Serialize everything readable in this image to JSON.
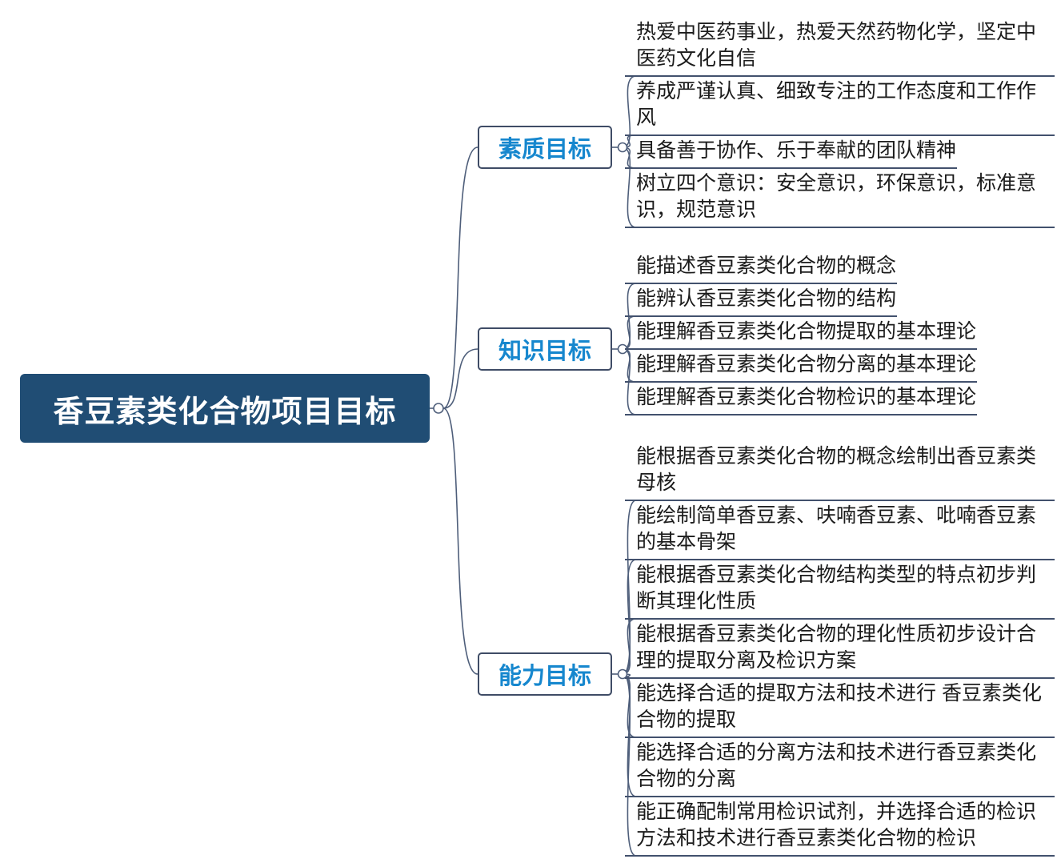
{
  "root": {
    "label": "香豆素类化合物项目目标"
  },
  "branches": [
    {
      "label": "素质目标",
      "leaves": [
        "热爱中医药事业，热爱天然药物化学，坚定中医药文化自信",
        "养成严谨认真、细致专注的工作态度和工作作风",
        "具备善于协作、乐于奉献的团队精神",
        "树立四个意识：安全意识，环保意识，标准意识，规范意识"
      ]
    },
    {
      "label": "知识目标",
      "leaves": [
        "能描述香豆素类化合物的概念",
        "能辨认香豆素类化合物的结构",
        "能理解香豆素类化合物提取的基本理论",
        "能理解香豆素类化合物分离的基本理论",
        "能理解香豆素类化合物检识的基本理论"
      ]
    },
    {
      "label": "能力目标",
      "leaves": [
        "能根据香豆素类化合物的概念绘制出香豆素类母核",
        "能绘制简单香豆素、呋喃香豆素、吡喃香豆素的基本骨架",
        "能根据香豆素类化合物结构类型的特点初步判断其理化性质",
        "能根据香豆素类化合物的理化性质初步设计合理的提取分离及检识方案",
        "能选择合适的提取方法和技术进行 香豆素类化合物的提取",
        "能选择合适的分离方法和技术进行香豆素类化合物的分离",
        "能正确配制常用检识试剂，并选择合适的检识方法和技术进行香豆素类化合物的检识"
      ]
    }
  ],
  "colors": {
    "root_background": "#204D74",
    "root_text": "#FFFFFF",
    "branch_text": "#1687CE",
    "branch_border": "#3F4C66",
    "connector_line": "#4E5E7A",
    "leaf_underline": "#42516D",
    "leaf_text": "#1B1B1B",
    "background": "#FFFFFF"
  }
}
